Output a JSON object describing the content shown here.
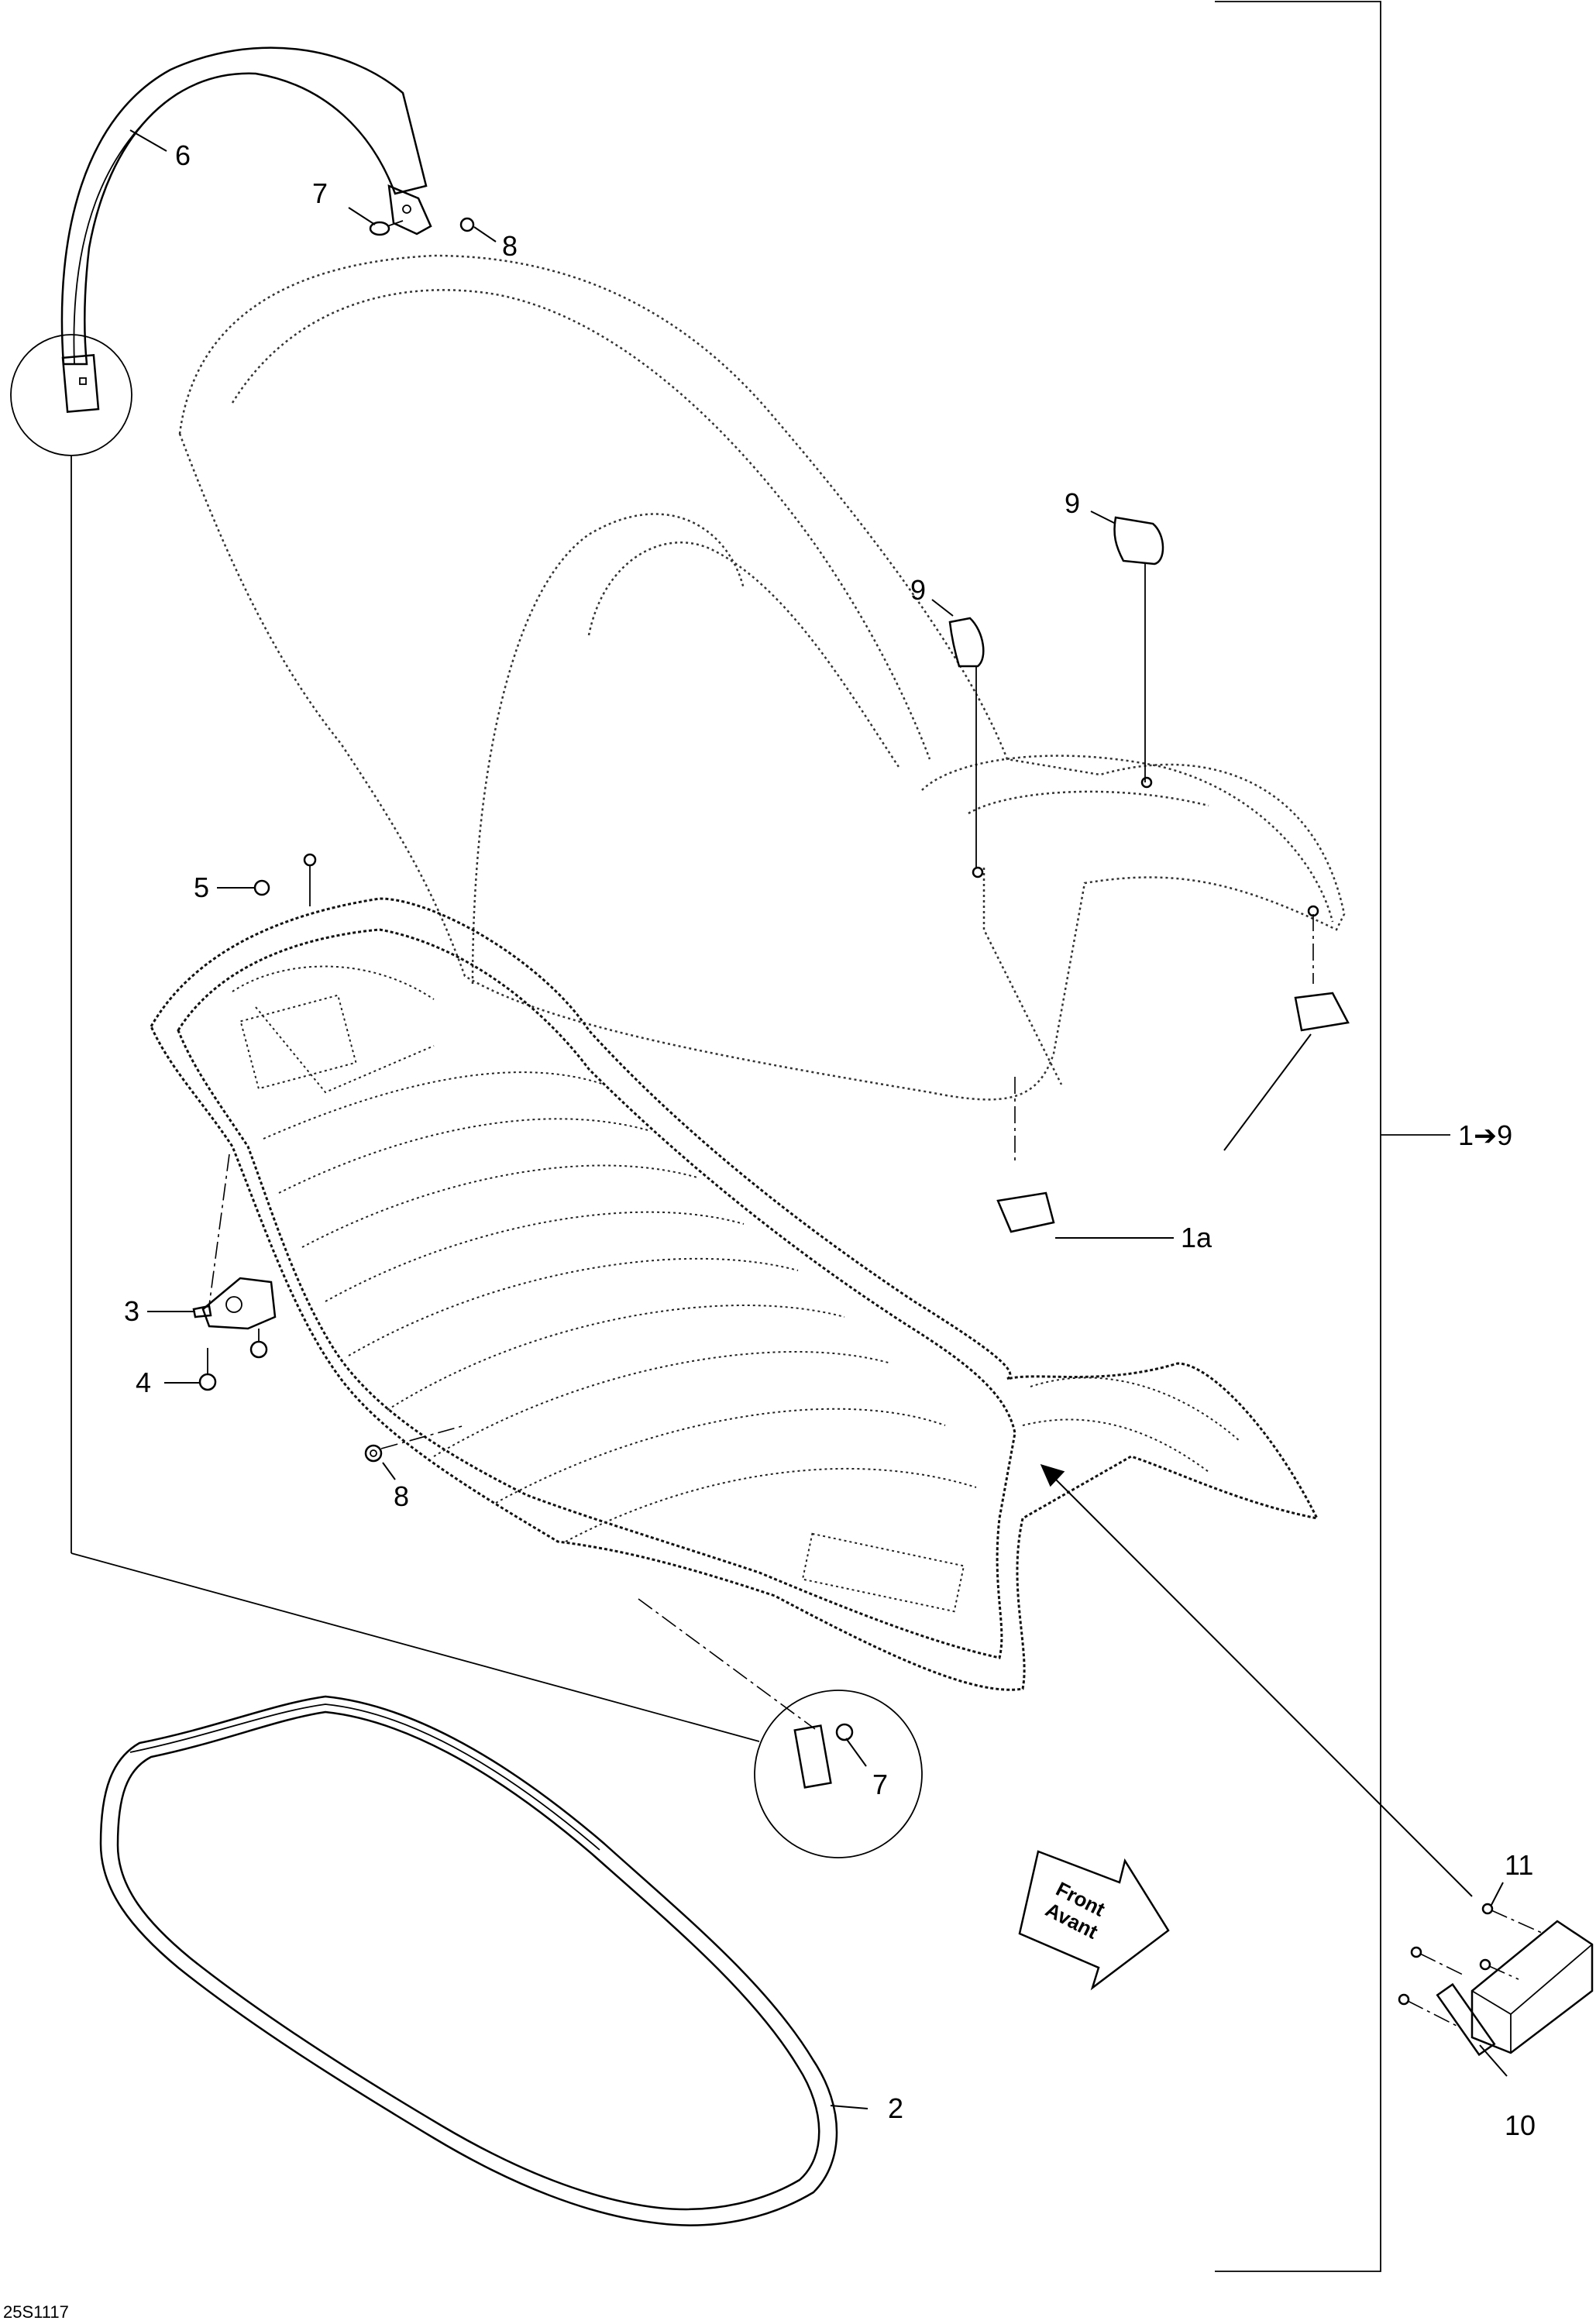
{
  "diagram": {
    "callouts": {
      "c6": "6",
      "c7_top": "7",
      "c8_top": "8",
      "c9_a": "9",
      "c9_b": "9",
      "c5": "5",
      "c1_9": "1➔9",
      "c1a": "1a",
      "c3": "3",
      "c4": "4",
      "c8_bottom": "8",
      "c7_bottom": "7",
      "c11": "11",
      "c2": "2",
      "c10": "10"
    },
    "front_arrow": {
      "line1": "Front",
      "line2": "Avant"
    },
    "reference_code": "25S1117"
  }
}
